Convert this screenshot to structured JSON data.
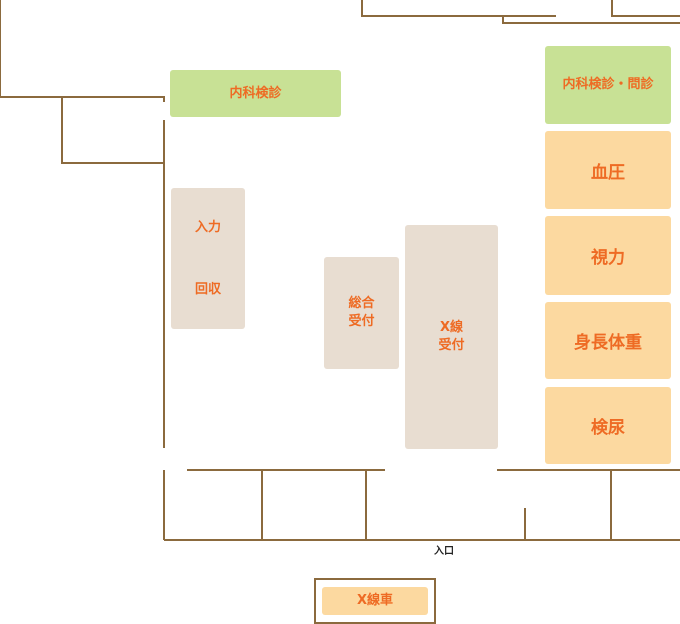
{
  "colors": {
    "wall": "#8b6a3e",
    "text": "#ee6b24",
    "green": "#c8e195",
    "peach": "#fcd9a0",
    "beige": "#e8ddd1"
  },
  "rooms": {
    "internal_exam": "内科検診",
    "internal_exam_interview": "内科検診・問診",
    "blood_pressure": "血圧",
    "vision": "視力",
    "height_weight": "身長体重",
    "urinalysis": "検尿",
    "input_line1": "入力",
    "input_line2": "回収",
    "reception_line1": "総合",
    "reception_line2": "受付",
    "xray_reception_line1": "X線",
    "xray_reception_line2": "受付",
    "xray_vehicle": "X線車"
  },
  "entrance": "入口"
}
